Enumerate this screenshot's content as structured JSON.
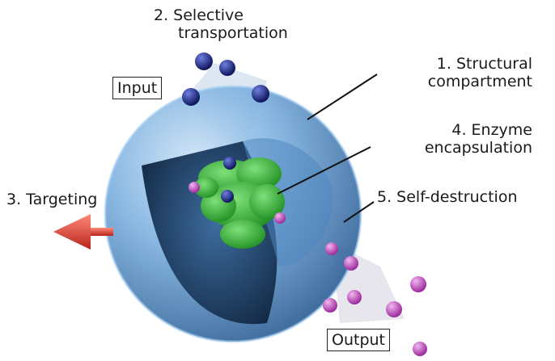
{
  "labels": {
    "selective_transport": {
      "line1": "2. Selective",
      "line2": "transportation"
    },
    "structural": {
      "line1": "1. Structural",
      "line2": "compartment"
    },
    "enzyme": {
      "line1": "4. Enzyme",
      "line2": "encapsulation"
    },
    "targeting": "3. Targeting",
    "self_destruction": "5. Self-destruction",
    "input": "Input",
    "output": "Output"
  },
  "colors": {
    "sphere_shell": "#6fa8d8",
    "sphere_core": "#1d3a5c",
    "enzyme": "#3fbf3f",
    "input_particle": "#1f2d8f",
    "output_particle": "#c04fc0",
    "arrow": "#e0443a"
  }
}
